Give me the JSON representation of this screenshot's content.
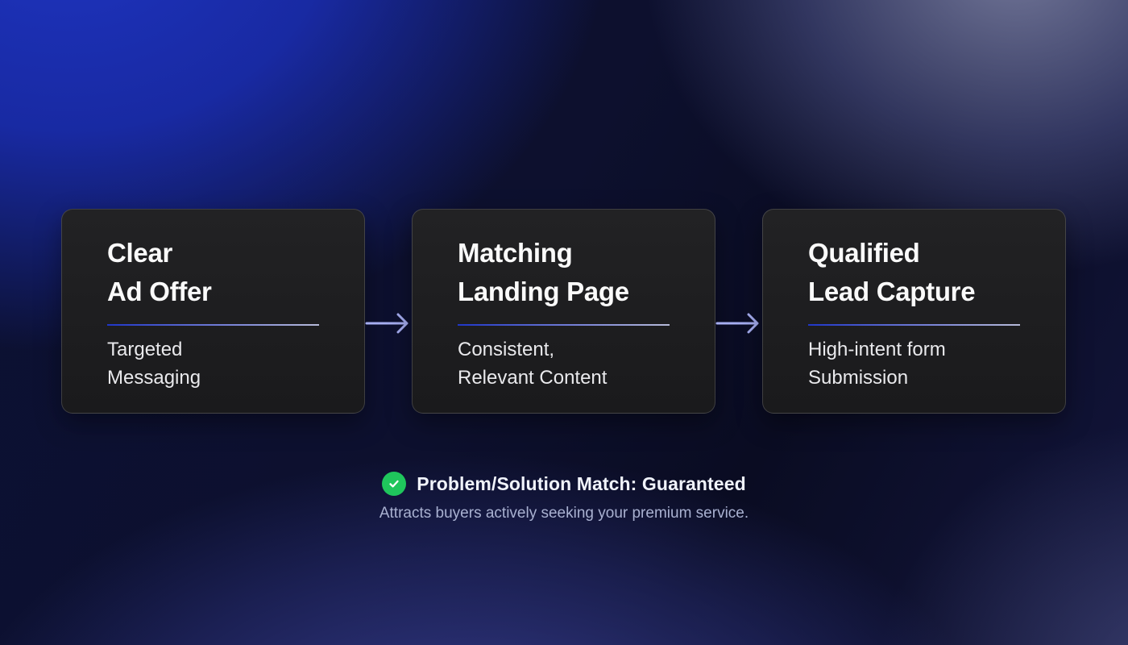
{
  "diagram": {
    "steps": [
      {
        "title_line1": "Clear",
        "title_line2": "Ad Offer",
        "desc_line1": "Targeted",
        "desc_line2": "Messaging"
      },
      {
        "title_line1": "Matching",
        "title_line2": "Landing Page",
        "desc_line1": "Consistent,",
        "desc_line2": "Relevant Content"
      },
      {
        "title_line1": "Qualified",
        "title_line2": "Lead Capture",
        "desc_line1": "High-intent form",
        "desc_line2": "Submission"
      }
    ],
    "connector_icon": "arrow-right-icon"
  },
  "footer": {
    "badge_icon": "check-circle-icon",
    "headline": "Problem/Solution Match: Guaranteed",
    "subtext": "Attracts buyers actively seeking your premium service."
  },
  "colors": {
    "card_background": "#1d1d1f",
    "card_border": "rgba(255,255,255,0.16)",
    "title_text": "#fafafa",
    "description_text": "#e9e9ec",
    "divider_gradient_start": "#1f36c8",
    "divider_gradient_end": "#b7bbd9",
    "arrow": "#a6aef2",
    "check_green": "#1fc65c",
    "footer_headline_text": "#f0f3fb",
    "footer_subtext": "#a9b1d1",
    "background_blue_glow": "#1e34c0",
    "background_slate_glow": "#5f66a2",
    "background_bottom_glow": "#4048a8"
  }
}
